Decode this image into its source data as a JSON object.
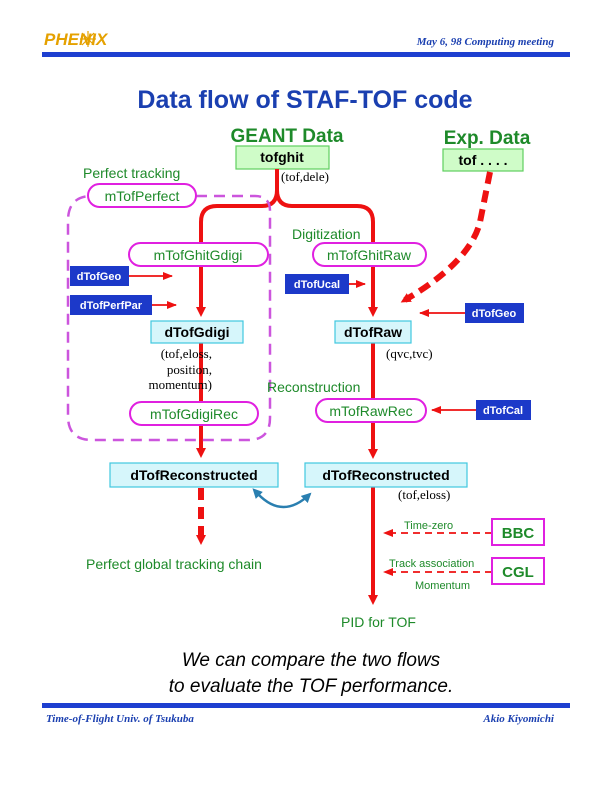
{
  "header": {
    "logo_text": "PHENIX",
    "meeting": "May 6, 98  Computing meeting"
  },
  "title": "Data flow of STAF-TOF code",
  "sources": {
    "geant_label": "GEANT Data",
    "geant_box": "tofghit",
    "geant_args": "(tof,dele)",
    "exp_label": "Exp. Data",
    "exp_box": "tof . . . ."
  },
  "left_chain": {
    "perfect_tracking": "Perfect tracking",
    "module_perfect": "mTofPerfect",
    "module_ghit_gdigi": "mTofGhitGdigi",
    "input_geo": "dTofGeo",
    "input_perfpar": "dTofPerfPar",
    "table_gdigi": "dTofGdigi",
    "gdigi_args": [
      "(tof,eloss,",
      "position,",
      "momentum)"
    ],
    "module_gdigi_rec": "mTofGdigiRec",
    "table_reconstructed": "dTofReconstructed",
    "result": "Perfect global tracking chain"
  },
  "right_chain": {
    "digitization": "Digitization",
    "module_ghit_raw": "mTofGhitRaw",
    "input_ucal": "dTofUcal",
    "input_geo": "dTofGeo",
    "table_raw": "dTofRaw",
    "raw_args": "(qvc,tvc)",
    "reconstruction": "Reconstruction",
    "module_raw_rec": "mTofRawRec",
    "input_cal": "dTofCal",
    "table_reconstructed": "dTofReconstructed",
    "rec_args": "(tof,eloss)",
    "bbc": "BBC",
    "cgl": "CGL",
    "time_zero": "Time-zero",
    "track_association": "Track association",
    "momentum": "Momentum",
    "result": "PID for TOF"
  },
  "conclusion": {
    "line1": "We can compare the two flows",
    "line2": "to evaluate the TOF performance."
  },
  "footer": {
    "left": "Time-of-Flight  Univ. of Tsukuba",
    "right": "Akio Kiyomichi"
  },
  "colors": {
    "title_blue": "#1a3fb0",
    "rule_blue": "#1e3fd0",
    "green": "#1e8a2a",
    "red": "#ee1111",
    "magenta": "#e020e0",
    "cyan_fill": "#d6f6fb",
    "cyan_stroke": "#40c8e0",
    "green_fill": "#cffcc8",
    "green_stroke": "#5fcf5f",
    "dark_blue_fill": "#1c39c9",
    "logo_gold": "#e5a100",
    "teal": "#2a7fb0"
  }
}
